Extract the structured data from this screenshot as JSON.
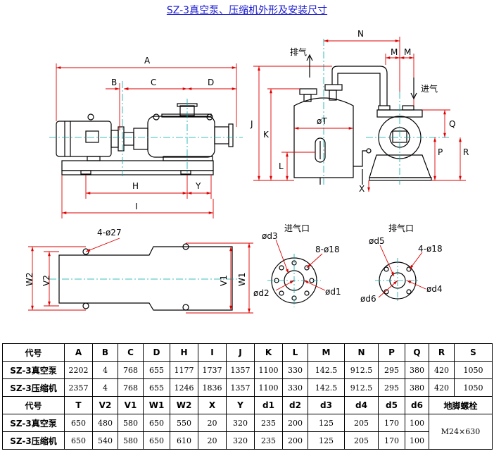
{
  "title": "SZ-3真空泵、压缩机外形及安装尺寸",
  "drawing": {
    "front_dims": {
      "A": "A",
      "B": "B",
      "C": "C",
      "D": "D",
      "H": "H",
      "Y": "Y",
      "I": "I"
    },
    "side_dims": {
      "N": "N",
      "M1": "M",
      "M2": "M",
      "J": "J",
      "K": "K",
      "L": "L",
      "T": "øT",
      "Q": "Q",
      "P": "P",
      "R": "R",
      "X": "X"
    },
    "exhaust": "排气",
    "intake": "进气",
    "plan": {
      "holes": "4-ø27",
      "W2": "W2",
      "V2": "V2",
      "V1": "V1",
      "W1": "W1"
    },
    "inlet_flange": {
      "title": "进气口",
      "d3": "ød3",
      "bolts": "8-ø18",
      "d2": "ød2",
      "d1": "ød1"
    },
    "outlet_flange": {
      "title": "排气口",
      "d5": "ød5",
      "bolts": "4-ø18",
      "d6": "ød6",
      "d4": "ød4"
    }
  },
  "table": {
    "header1": [
      "代号",
      "A",
      "B",
      "C",
      "D",
      "H",
      "I",
      "J",
      "K",
      "L",
      "M",
      "N",
      "P",
      "Q",
      "R",
      "S"
    ],
    "rows1": [
      [
        "SZ-3真空泵",
        "2202",
        "4",
        "768",
        "655",
        "1177",
        "1737",
        "1357",
        "1100",
        "330",
        "142.5",
        "912.5",
        "295",
        "380",
        "420",
        "1050"
      ],
      [
        "SZ-3压缩机",
        "2357",
        "4",
        "768",
        "655",
        "1246",
        "1836",
        "1357",
        "1100",
        "330",
        "142.5",
        "912.5",
        "295",
        "380",
        "420",
        "1050"
      ]
    ],
    "header2": [
      "代号",
      "T",
      "V2",
      "V1",
      "W1",
      "W2",
      "X",
      "Y",
      "d1",
      "d2",
      "d3",
      "d4",
      "d5",
      "d6",
      "地脚螺栓"
    ],
    "rows2": [
      [
        "SZ-3真空泵",
        "650",
        "480",
        "580",
        "650",
        "550",
        "20",
        "320",
        "235",
        "200",
        "125",
        "205",
        "170",
        "100"
      ],
      [
        "SZ-3压缩机",
        "650",
        "540",
        "580",
        "650",
        "610",
        "20",
        "320",
        "235",
        "200",
        "125",
        "205",
        "170",
        "100"
      ]
    ],
    "bolt_value": "M24×630"
  }
}
